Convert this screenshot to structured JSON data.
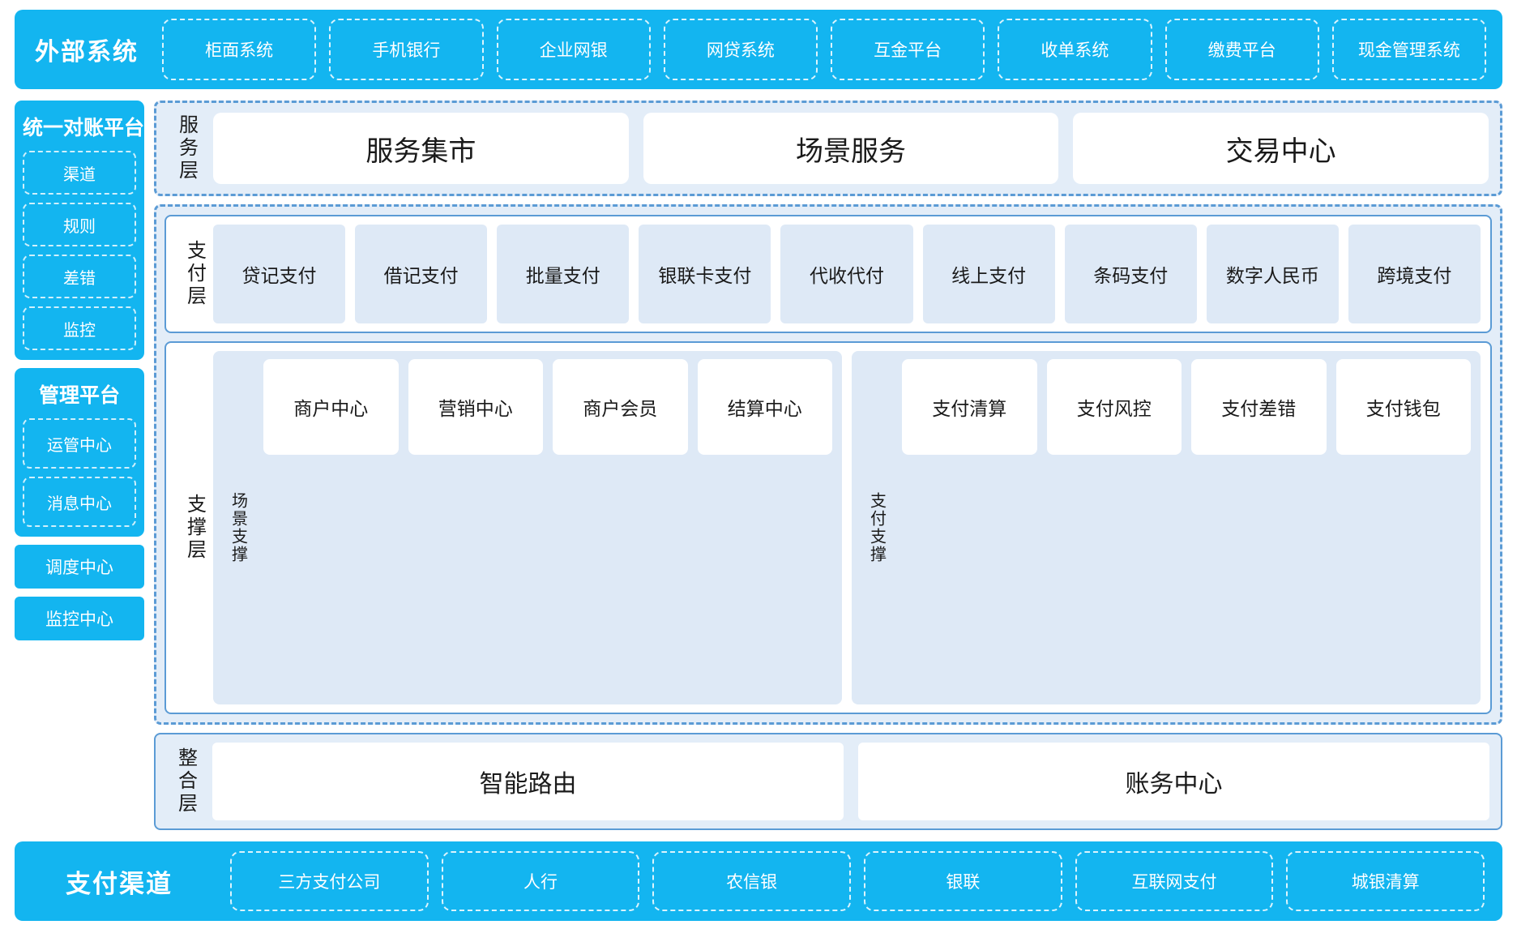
{
  "colors": {
    "brand_blue": "#13B5F0",
    "dashed_border_blue": "#5B9BD5",
    "panel_fill_light": "#E3EDF8",
    "tile_fill": "#DEE9F6",
    "card_white": "#FFFFFF"
  },
  "external_systems": {
    "title": "外部系统",
    "items": [
      "柜面系统",
      "手机银行",
      "企业网银",
      "网贷系统",
      "互金平台",
      "收单系统",
      "缴费平台",
      "现金管理系统"
    ]
  },
  "left_rail": {
    "reconciliation_platform": {
      "title": "统一对账平台",
      "items": [
        "渠道",
        "规则",
        "差错",
        "监控"
      ]
    },
    "management_platform": {
      "title": "管理平台",
      "items": [
        "运管中心",
        "消息中心"
      ]
    },
    "standalone": [
      "调度中心",
      "监控中心"
    ]
  },
  "service_layer": {
    "label": "服务层",
    "cards": [
      "服务集市",
      "场景服务",
      "交易中心"
    ]
  },
  "payment_layer": {
    "label": "支付层",
    "tiles": [
      "贷记支付",
      "借记支付",
      "批量支付",
      "银联卡支付",
      "代收代付",
      "线上支付",
      "条码支付",
      "数字人民币",
      "跨境支付"
    ]
  },
  "support_layer": {
    "label": "支撑层",
    "groups": [
      {
        "label": "场景支撑",
        "cards": [
          "商户中心",
          "营销中心",
          "商户会员",
          "结算中心"
        ]
      },
      {
        "label": "支付支撑",
        "cards": [
          "支付清算",
          "支付风控",
          "支付差错",
          "支付钱包"
        ]
      }
    ]
  },
  "integration_layer": {
    "label": "整合层",
    "cards": [
      "智能路由",
      "账务中心"
    ]
  },
  "payment_channels": {
    "title": "支付渠道",
    "items": [
      "三方支付公司",
      "人行",
      "农信银",
      "银联",
      "互联网支付",
      "城银清算"
    ]
  }
}
